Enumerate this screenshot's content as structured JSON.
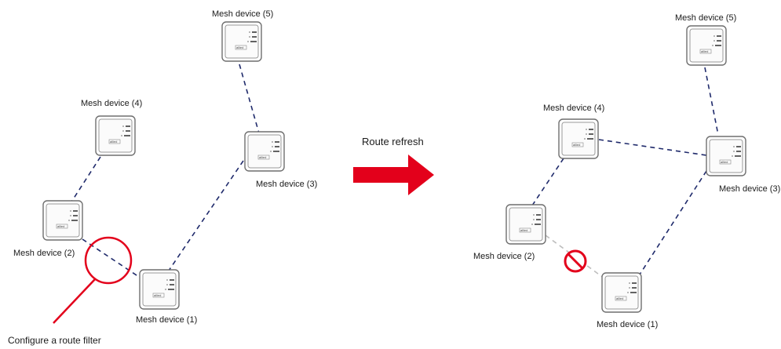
{
  "colors": {
    "link": "#1f2a6b",
    "blocked_link": "#bdbdbd",
    "accent_red": "#e3001b",
    "device_border": "#6f6f6f"
  },
  "device_brand": "allied",
  "left_scene": {
    "devices": {
      "d1": "Mesh device (1)",
      "d2": "Mesh device (2)",
      "d3": "Mesh device (3)",
      "d4": "Mesh device (4)",
      "d5": "Mesh device (5)"
    },
    "filter_label": "Configure a route filter"
  },
  "transition": {
    "label": "Route refresh"
  },
  "right_scene": {
    "devices": {
      "d1": "Mesh device (1)",
      "d2": "Mesh device (2)",
      "d3": "Mesh device (3)",
      "d4": "Mesh device (4)",
      "d5": "Mesh device (5)"
    },
    "blocked_icon": "no-entry-icon"
  }
}
